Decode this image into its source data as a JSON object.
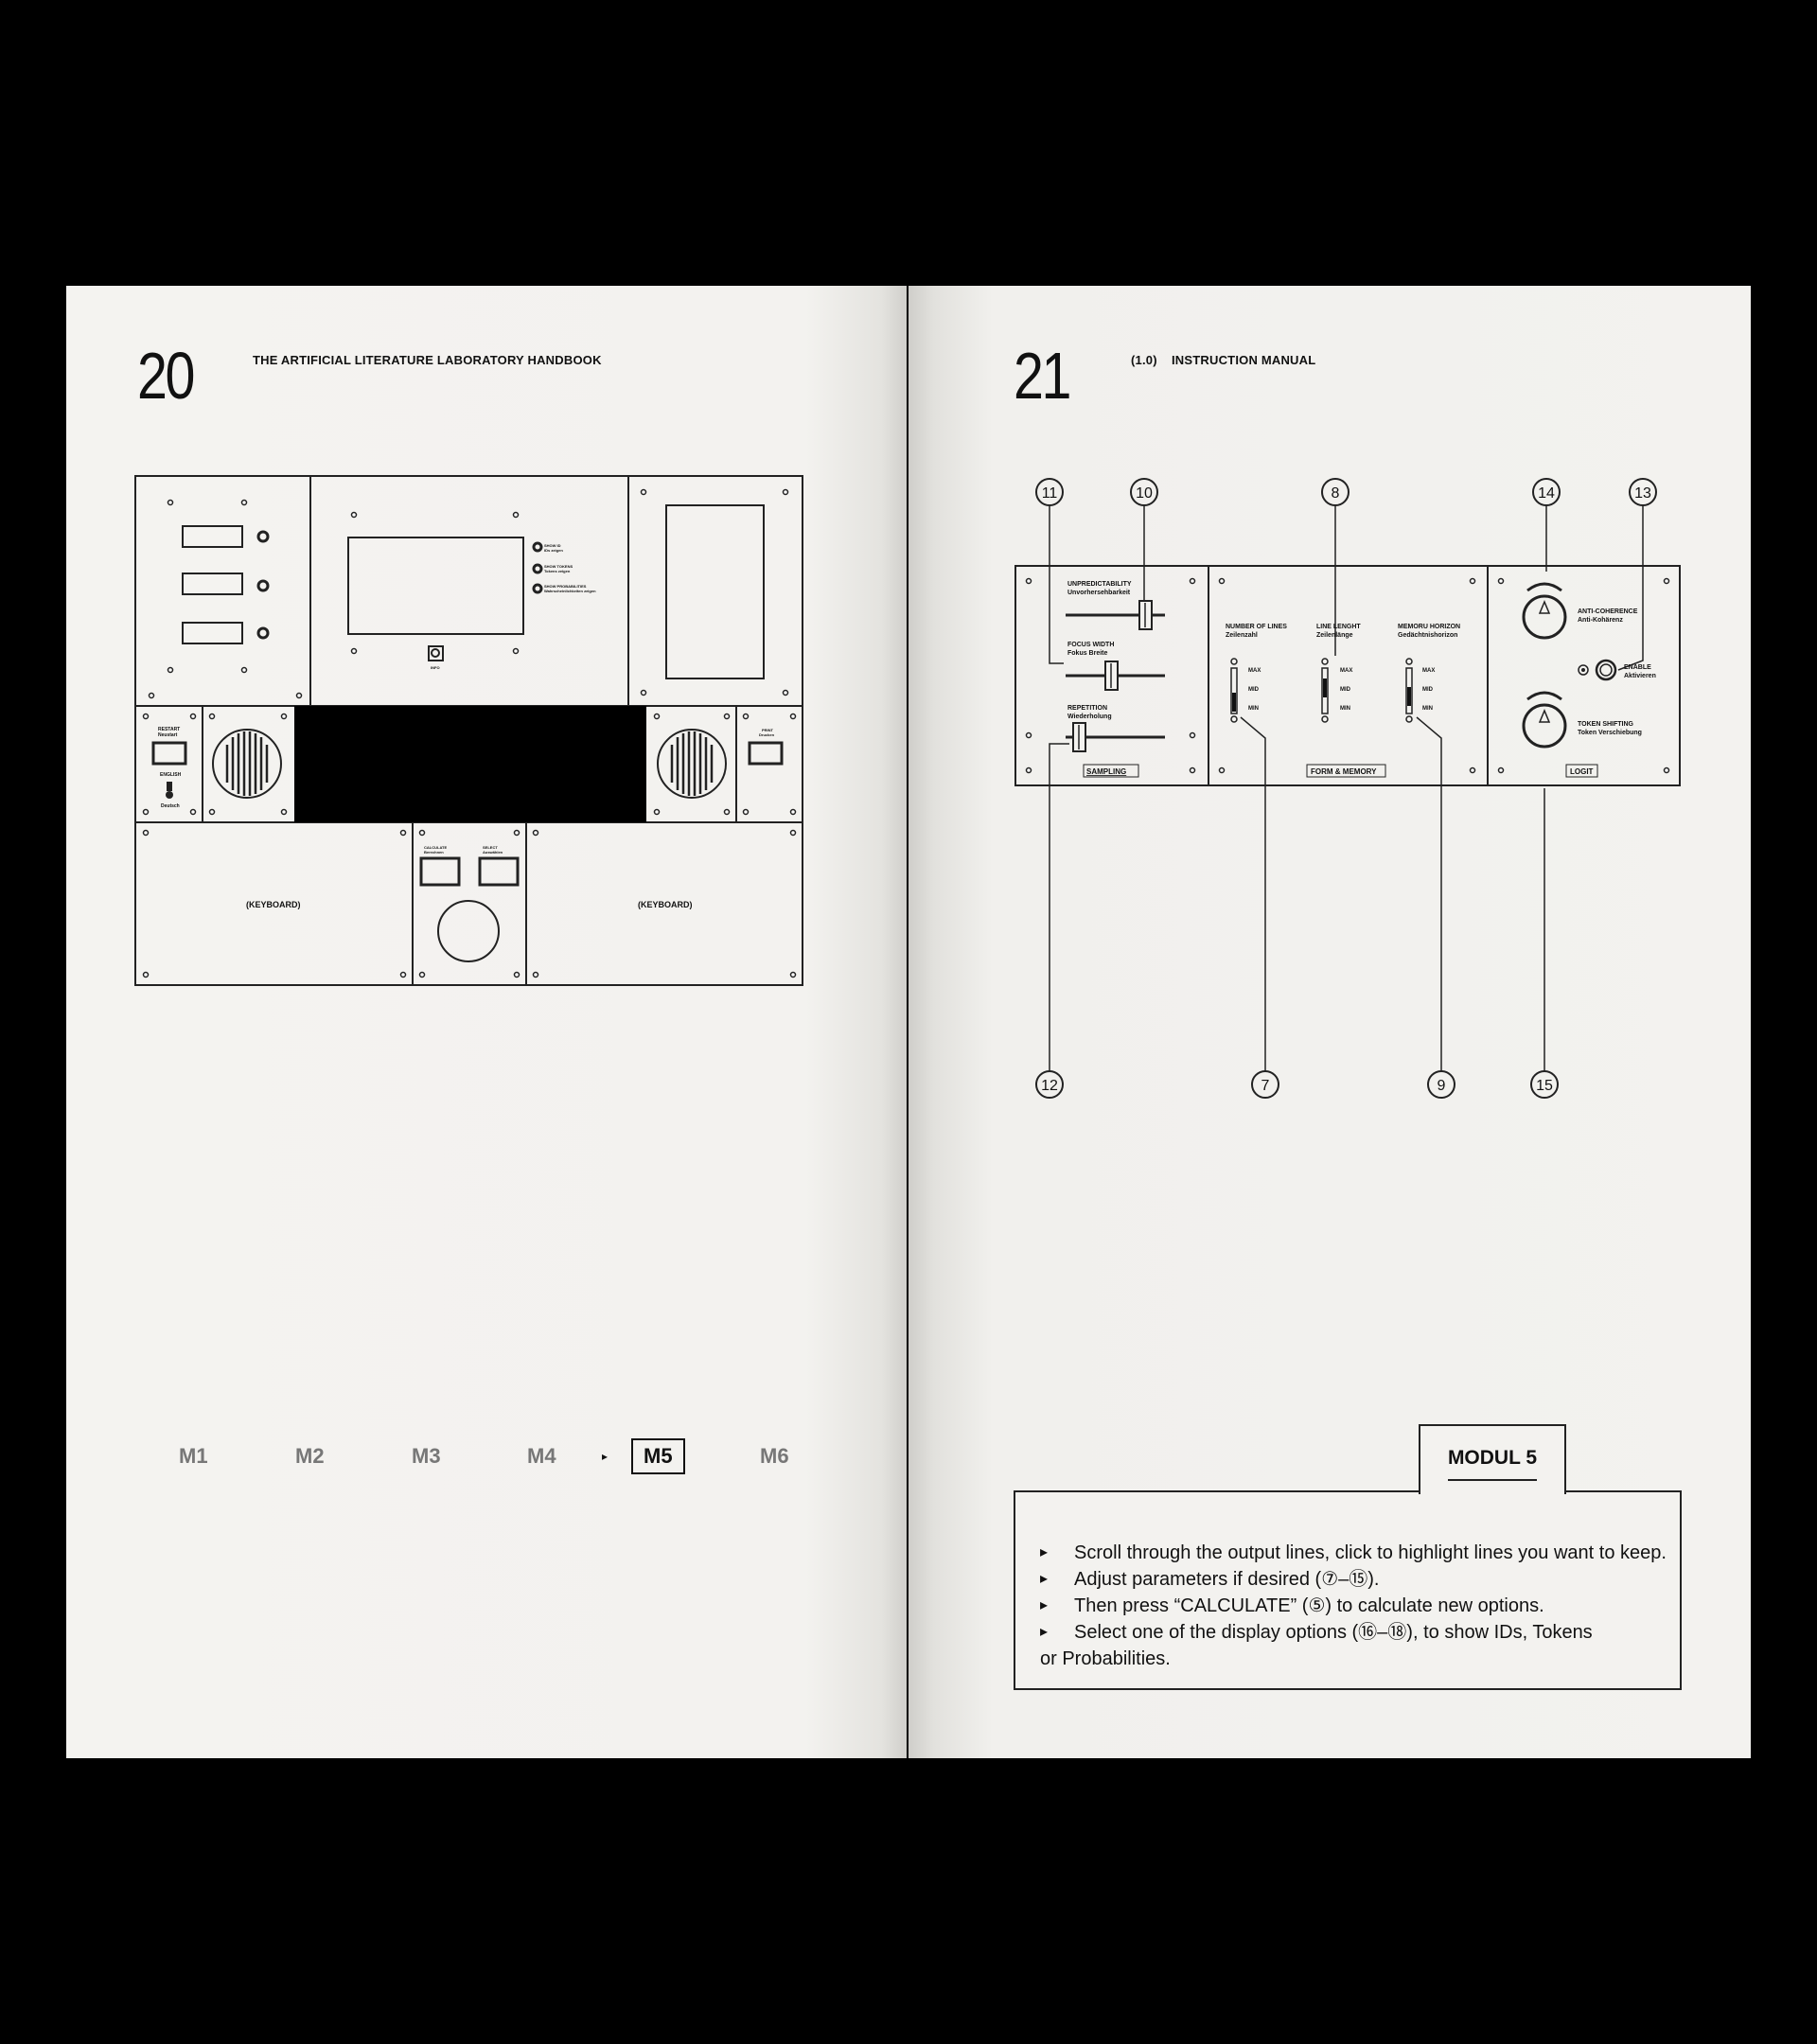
{
  "left_page": {
    "page_number": "20",
    "running_head": "THE ARTIFICIAL LITERATURE LABORATORY HANDBOOK",
    "device": {
      "screen_buttons": [
        "SHOW ID",
        "SHOW TOKENS",
        "SHOW PROBABILITIES"
      ],
      "screen_buttons_de": [
        "IDs zeigen",
        "Tokens zeigen",
        "Wahrscheinlichkeiten zeigen"
      ],
      "info_label": "INFO",
      "restart": "RESTART",
      "restart_de": "Neustart",
      "english": "ENGLISH",
      "deutsch": "Deutsch",
      "print": "PRINT",
      "print_de": "Drucken",
      "keyboard": "(KEYBOARD)",
      "calculate": "CALCULATE",
      "calculate_de": "Berechnen",
      "select": "SELECT",
      "select_de": "Auswählen"
    },
    "modules": [
      "M1",
      "M2",
      "M3",
      "M4",
      "M5",
      "M6"
    ],
    "active_module": "M5",
    "arrow": "▸"
  },
  "right_page": {
    "page_number": "21",
    "running_head_version": "(1.0)",
    "running_head": "INSTRUCTION MANUAL",
    "callouts": {
      "c7": "7",
      "c8": "8",
      "c9": "9",
      "c10": "10",
      "c11": "11",
      "c12": "12",
      "c13": "13",
      "c14": "14",
      "c15": "15"
    },
    "panel": {
      "unpredictability": "UNPREDICTABILITY",
      "unpredictability_de": "Unvorhersehbarkeit",
      "focus_width": "FOCUS WIDTH",
      "focus_width_de": "Fokus Breite",
      "repetition": "REPETITION",
      "repetition_de": "Wiederholung",
      "sampling": "SAMPLING",
      "number_of_lines": "NUMBER OF LINES",
      "number_of_lines_de": "Zeilenzahl",
      "line_length": "LINE LENGHT",
      "line_length_de": "Zeilenlänge",
      "memory_horizon": "MEMORU HORIZON",
      "memory_horizon_de": "Gedächtnishorizon",
      "max": "MAX",
      "mid": "MID",
      "min": "MIN",
      "form_memory": "FORM & MEMORY",
      "anti_coherence": "ANTI-COHERENCE",
      "anti_coherence_de": "Anti-Kohärenz",
      "enable": "ENABLE",
      "enable_de": "Aktivieren",
      "token_shifting": "TOKEN SHIFTING",
      "token_shifting_de": "Token Verschiebung",
      "logit": "LOGIT"
    },
    "tab_title": "MODUL 5",
    "instructions": [
      "Scroll through the output lines, click to highlight lines you want to keep.",
      "Adjust parameters if desired (⑦–⑮).",
      "Then press “CALCULATE” (⑤) to calculate new options.",
      "Select one of the display options (⑯–⑱), to show IDs, Tokens"
    ],
    "instructions_cont": "or Probabilities."
  }
}
